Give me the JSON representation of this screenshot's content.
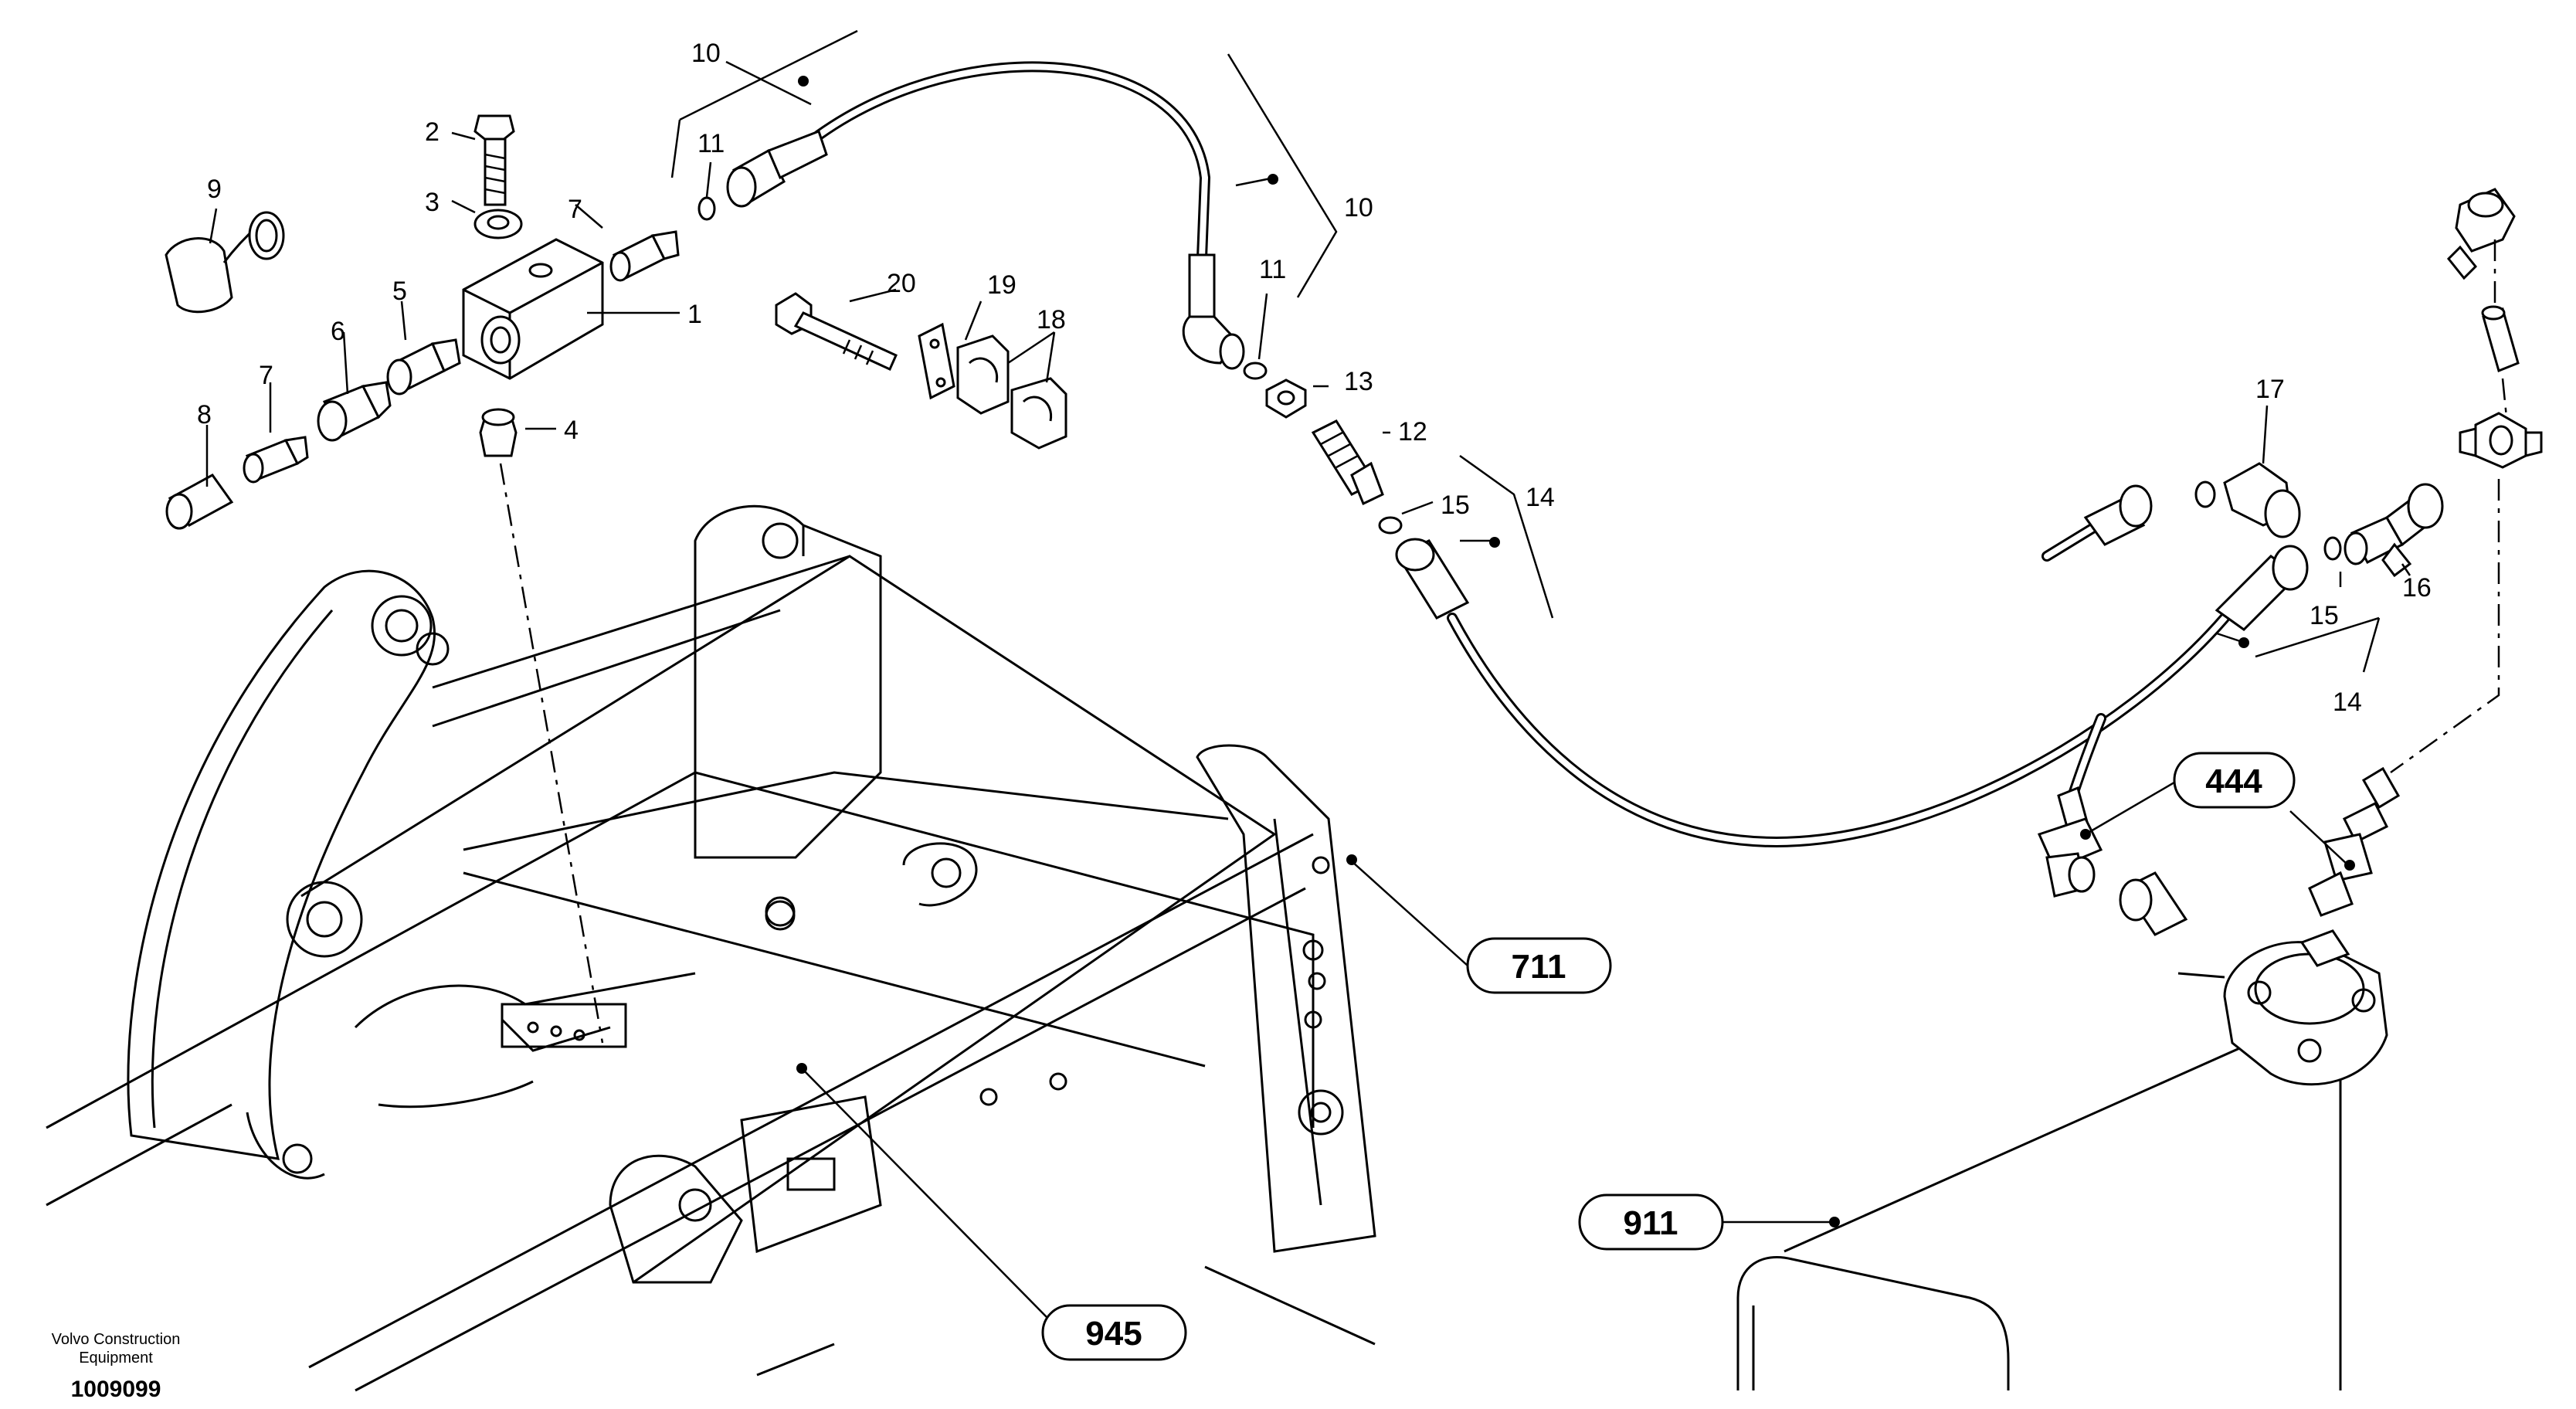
{
  "caption": {
    "manufacturer_line1": "Volvo Construction",
    "manufacturer_line2": "Equipment",
    "drawing_number": "1009099"
  },
  "part_labels": [
    "1",
    "2",
    "3",
    "4",
    "5",
    "6",
    "7",
    "7",
    "8",
    "9",
    "10",
    "10",
    "11",
    "11",
    "12",
    "13",
    "14",
    "14",
    "15",
    "15",
    "16",
    "17",
    "18",
    "19",
    "20"
  ],
  "references": [
    "444",
    "711",
    "911",
    "945"
  ]
}
